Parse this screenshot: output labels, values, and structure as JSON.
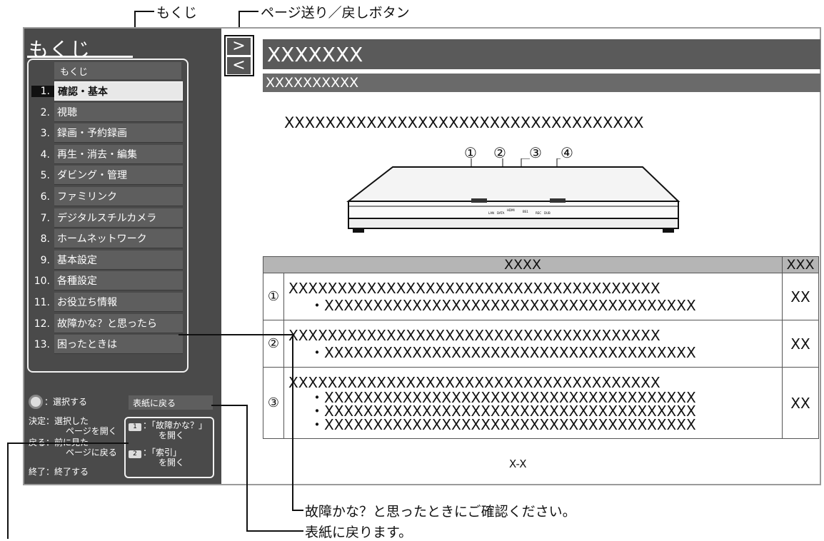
{
  "callouts": {
    "toc": "もくじ",
    "pager": "ページ送り／戻しボタン",
    "trouble": "故障かな？と思ったときにご確認ください。",
    "cover": "表紙に戻ります。"
  },
  "sidebar": {
    "title": "もくじ",
    "toc_header": "もくじ",
    "items": [
      {
        "num": "1.",
        "label": "確認・基本"
      },
      {
        "num": "2.",
        "label": "視聴"
      },
      {
        "num": "3.",
        "label": "録画・予約録画"
      },
      {
        "num": "4.",
        "label": "再生・消去・編集"
      },
      {
        "num": "5.",
        "label": "ダビング・管理"
      },
      {
        "num": "6.",
        "label": "ファミリンク"
      },
      {
        "num": "7.",
        "label": "デジタルスチルカメラ"
      },
      {
        "num": "8.",
        "label": "ホームネットワーク"
      },
      {
        "num": "9.",
        "label": "基本設定"
      },
      {
        "num": "10.",
        "label": "各種設定"
      },
      {
        "num": "11.",
        "label": "お役立ち情報"
      },
      {
        "num": "12.",
        "label": "故障かな？と思ったら"
      },
      {
        "num": "13.",
        "label": "困ったときは"
      }
    ],
    "help": {
      "select": "：選択する",
      "back_cover": "表紙に戻る",
      "enter_1": "決定：選択した",
      "enter_2": "ページを開く",
      "back_1": "戻る：前に見た",
      "back_2": "ページに戻る",
      "exit": "終了：終了する",
      "key1_badge": "1",
      "key1_1": "：「故障かな？」",
      "key1_2": "を開く",
      "key2_badge": "2",
      "key2_1": "：「索引」",
      "key2_2": "を開く"
    }
  },
  "pager": {
    "next": ">",
    "prev": "<"
  },
  "main": {
    "title": "XXXXXXX",
    "subtitle": "XXXXXXXXXX",
    "intro": "XXXXXXXXXXXXXXXXXXXXXXXXXXXXXXXXXXX",
    "markers": [
      "①",
      "②",
      "③",
      "④"
    ],
    "device_labels": [
      "LAN",
      "DATA",
      "HDMI",
      "BS1",
      "REC",
      "DUB"
    ],
    "table": {
      "header": [
        "XXXX",
        "XXX"
      ],
      "rows": [
        {
          "idx": "①",
          "line": "XXXXXXXXXXXXXXXXXXXXXXXXXXXXXXXXXXXXXX",
          "subs": [
            "・XXXXXXXXXXXXXXXXXXXXXXXXXXXXXXXXXXXXXX"
          ],
          "val": "XX"
        },
        {
          "idx": "②",
          "line": "XXXXXXXXXXXXXXXXXXXXXXXXXXXXXXXXXXXXXX",
          "subs": [
            "・XXXXXXXXXXXXXXXXXXXXXXXXXXXXXXXXXXXXXX"
          ],
          "val": "XX"
        },
        {
          "idx": "③",
          "line": "XXXXXXXXXXXXXXXXXXXXXXXXXXXXXXXXXXXXXX",
          "subs": [
            "・XXXXXXXXXXXXXXXXXXXXXXXXXXXXXXXXXXXXXX",
            "・XXXXXXXXXXXXXXXXXXXXXXXXXXXXXXXXXXXXXX",
            "・XXXXXXXXXXXXXXXXXXXXXXXXXXXXXXXXXXXXXX"
          ],
          "val": "XX"
        }
      ]
    },
    "page_number": "X-X"
  },
  "colors": {
    "sidebar_bg": "#4a4a4a",
    "header_bg": "#5a5a5a",
    "active_item": "#e8e8e8"
  }
}
